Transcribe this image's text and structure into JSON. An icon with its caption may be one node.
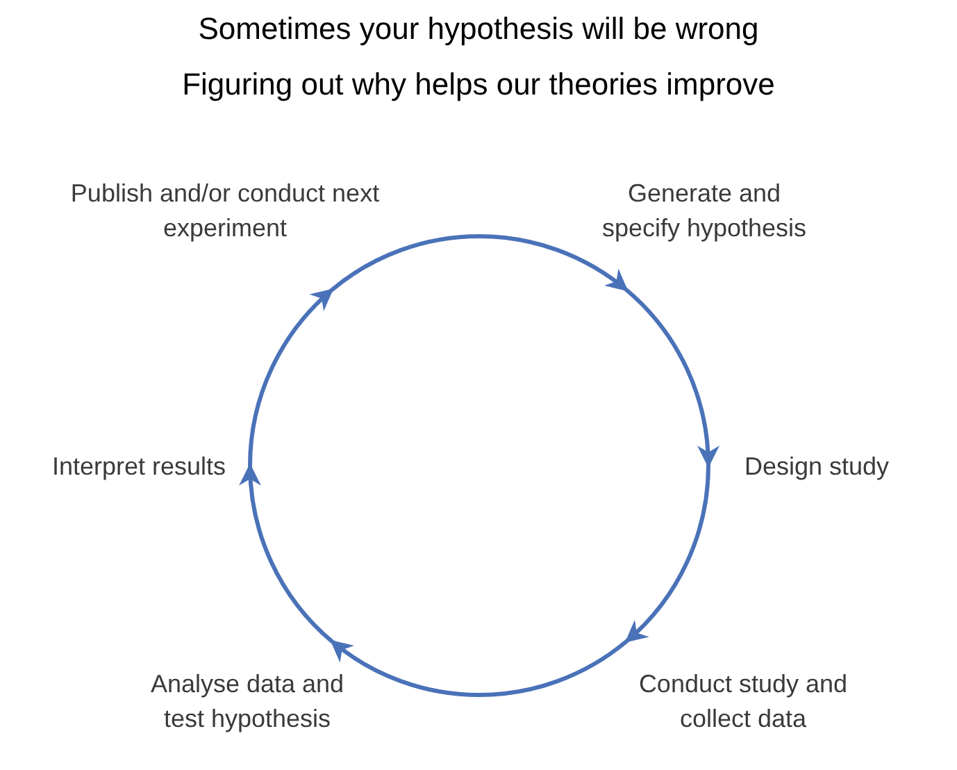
{
  "diagram": {
    "title": "Sometimes your hypothesis will be wrong",
    "nodes": [
      {
        "text": [
          "Generate and specify hypothesis"
        ]
      },
      {
        "text": [
          "Design study"
        ]
      },
      {
        "text": [
          "Conduct study and collect data"
        ]
      },
      {
        "text": [
          "Analyse data and test hypothesis"
        ]
      },
      {
        "text": [
          "Interpret results"
        ]
      },
      {
        "text": [
          "Publish and/or conduct next experiment"
        ]
      }
    ],
    "edges": [
      {
        "from": 0,
        "to": 1,
        "arrow": "to"
      },
      {
        "from": 1,
        "to": 2,
        "arrow": "to"
      },
      {
        "from": 2,
        "to": 3,
        "arrow": "to"
      },
      {
        "from": 3,
        "to": 4,
        "arrow": "to"
      },
      {
        "from": 4,
        "to": 5,
        "arrow": "to"
      },
      {
        "from": 5,
        "to": 0,
        "arrow": "to"
      }
    ],
    "labels": [
      "Figuring out why helps our theories improve"
    ]
  }
}
